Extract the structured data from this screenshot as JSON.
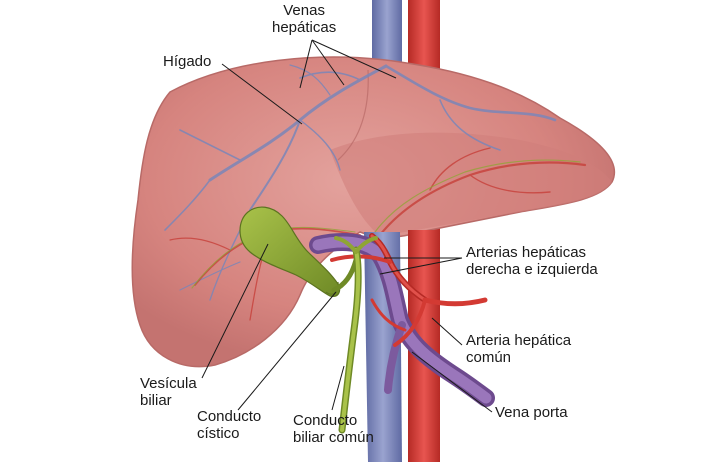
{
  "labels": {
    "venas_hepaticas": [
      "Venas",
      "hepáticas"
    ],
    "higado": "Hígado",
    "arterias_hepaticas": [
      "Arterias hepáticas",
      "derecha e izquierda"
    ],
    "arteria_hepatica_comun": [
      "Arteria hepática",
      "común"
    ],
    "vena_porta": "Vena porta",
    "vesicula_biliar": [
      "Vesícula",
      "biliar"
    ],
    "conducto_cistico": [
      "Conducto",
      "cístico"
    ],
    "conducto_biliar_comun": [
      "Conducto",
      "biliar común"
    ]
  },
  "colors": {
    "liver": "#d98a86",
    "liver_edge": "#b86a67",
    "vein_blue": "#7b86b8",
    "aorta_red": "#d33a33",
    "portal_purple": "#8a63a8",
    "gallbladder": "#8fa534",
    "bile_duct": "#9fb53c"
  }
}
